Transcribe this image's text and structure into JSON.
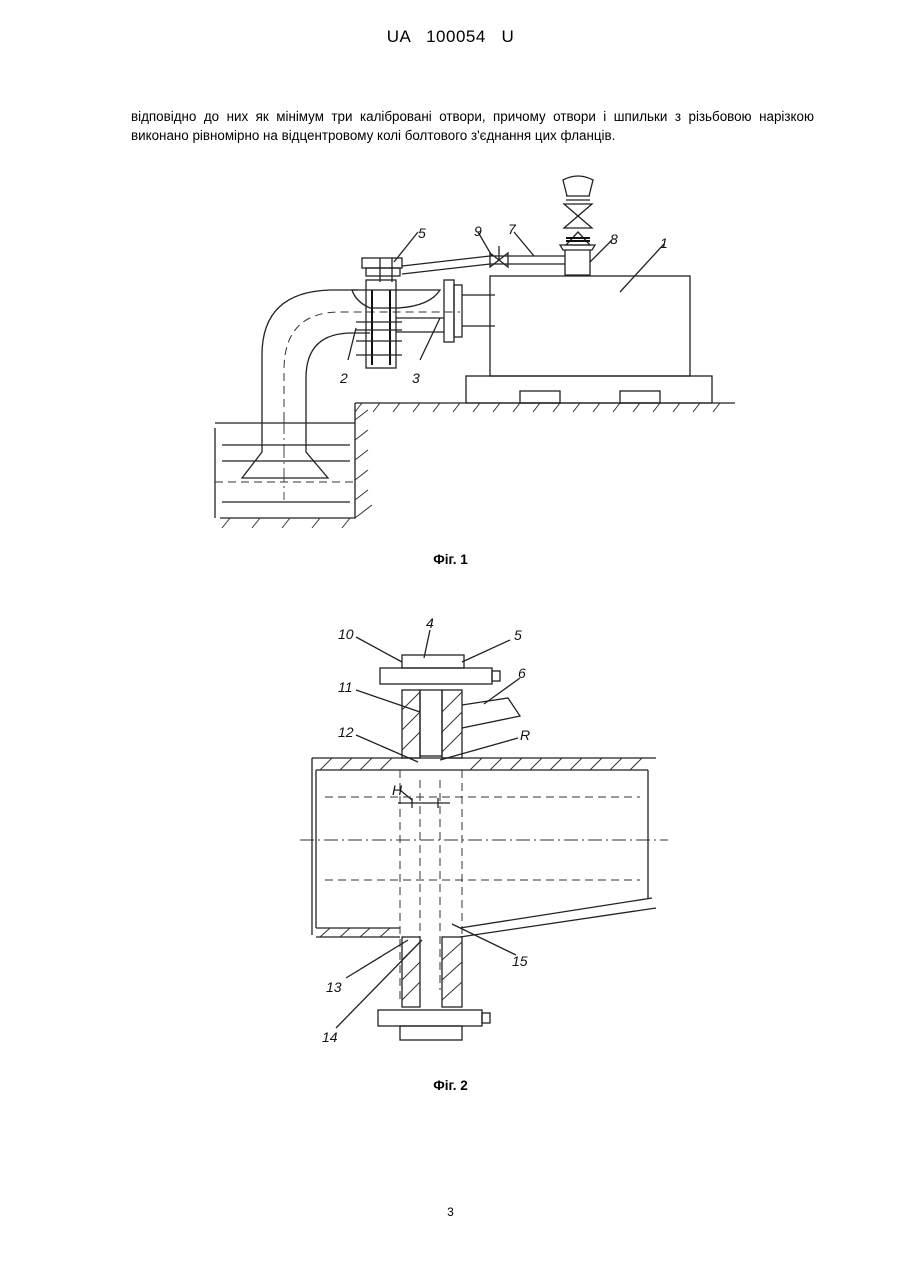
{
  "header": {
    "doc_id": "UA   100054   U"
  },
  "body_text": "відповідно до них як мінімум три калібровані отвори, причому отвори і шпильки з різьбовою нарізкою виконано рівномірно на відцентровому колі болтового з'єднання цих фланців.",
  "figure1": {
    "caption": "Фіг. 1",
    "labels": {
      "l1": "1",
      "l2": "2",
      "l3": "3",
      "l5": "5",
      "l7": "7",
      "l8": "8",
      "l9": "9"
    }
  },
  "figure2": {
    "caption": "Фіг. 2",
    "labels": {
      "l4": "4",
      "l5": "5",
      "l6": "6",
      "l10": "10",
      "l11": "11",
      "l12": "12",
      "l13": "13",
      "l14": "14",
      "l15": "15",
      "lR": "R",
      "lH": "H"
    }
  },
  "footer": {
    "page_number": "3"
  }
}
